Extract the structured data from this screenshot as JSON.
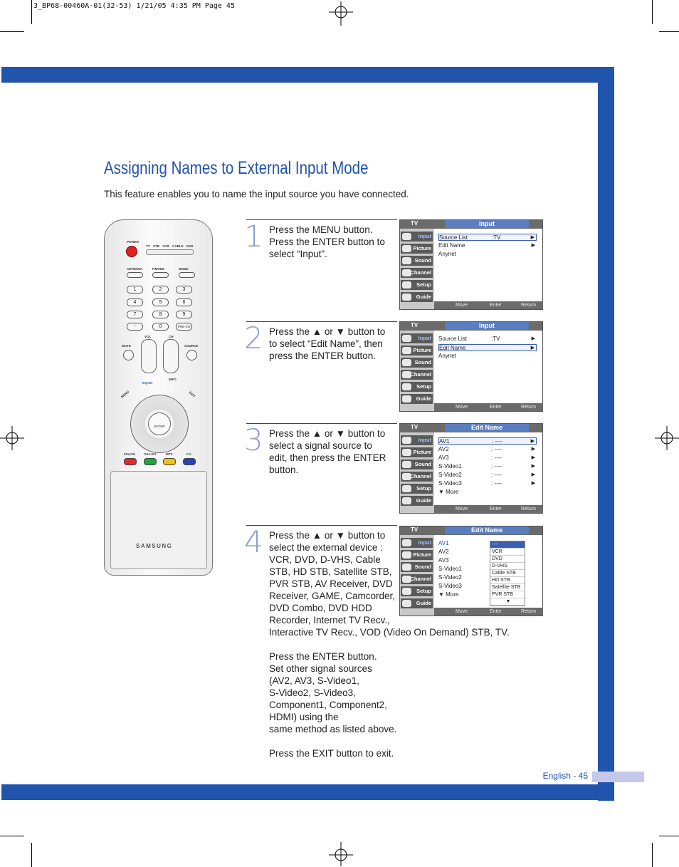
{
  "print_line": "3_BP68-00460A-01(32-53)  1/21/05  4:35 PM  Page 45",
  "title": "Assigning Names to External Input Mode",
  "intro": "This feature enables you to name the input source you have connected.",
  "footer": "English - 45",
  "colors": {
    "brand_blue": "#2054ad",
    "step_number": "#8a9fd2",
    "footer_tab": "#c4c9ec"
  },
  "steps": [
    {
      "num": "1",
      "text": "Press the MENU button.\nPress the ENTER button to\nselect “Input”."
    },
    {
      "num": "2",
      "text": "Press the ▲ or ▼ button to\nto select “Edit Name”, then\npress the ENTER button."
    },
    {
      "num": "3",
      "text": "Press the ▲ or ▼ button to\nselect a signal source to\nedit, then press the ENTER\nbutton."
    },
    {
      "num": "4",
      "text": "Press the ▲ or ▼ button to\nselect the external device :\nVCR, DVD, D-VHS, Cable\nSTB, HD STB, Satellite STB,\nPVR STB, AV Receiver, DVD\nReceiver, GAME, Camcorder,\nDVD Combo, DVD HDD\nRecorder, Internet TV Recv.,\nInteractive TV Recv., VOD (Video On Demand) STB, TV.\n\nPress the ENTER button.\nSet other signal sources\n(AV2, AV3, S-Video1,\nS-Video2, S-Video3,\nComponent1, Component2,\nHDMI) using the\nsame method as listed above.\n\nPress the EXIT button to exit."
    }
  ],
  "osd_common": {
    "tv": "TV",
    "menu": [
      "Input",
      "Picture",
      "Sound",
      "Channel",
      "Setup",
      "Guide"
    ],
    "footer": {
      "move": "Move",
      "enter": "Enter",
      "return": "Return"
    }
  },
  "screens": [
    {
      "title": "Input",
      "items": [
        {
          "label": "Source List",
          "value": ":TV",
          "arrow": "▶"
        },
        {
          "label": "Edit Name",
          "value": "",
          "arrow": "▶"
        },
        {
          "label": "Anynet",
          "value": "",
          "arrow": ""
        }
      ]
    },
    {
      "title": "Input",
      "items": [
        {
          "label": "Source List",
          "value": ":TV",
          "arrow": "▶"
        },
        {
          "label": "Edit Name",
          "value": "",
          "arrow": "▶"
        },
        {
          "label": "Anynet",
          "value": "",
          "arrow": ""
        }
      ]
    },
    {
      "title": "Edit Name",
      "items": [
        {
          "label": "AV1",
          "value": ": ----",
          "arrow": "▶"
        },
        {
          "label": "AV2",
          "value": ": ----",
          "arrow": "▶"
        },
        {
          "label": "AV3",
          "value": ": ----",
          "arrow": "▶"
        },
        {
          "label": "S-Video1",
          "value": ": ----",
          "arrow": "▶"
        },
        {
          "label": "S-Video2",
          "value": ": ----",
          "arrow": "▶"
        },
        {
          "label": "S-Video3",
          "value": ": ----",
          "arrow": "▶"
        },
        {
          "label": "▼ More",
          "value": "",
          "arrow": ""
        }
      ]
    },
    {
      "title": "Edit Name",
      "items": [
        {
          "label": "AV1",
          "value": "",
          "arrow": ""
        },
        {
          "label": "AV2",
          "value": "",
          "arrow": ""
        },
        {
          "label": "AV3",
          "value": "",
          "arrow": ""
        },
        {
          "label": "S-Video1",
          "value": "",
          "arrow": ""
        },
        {
          "label": "S-Video2",
          "value": "",
          "arrow": ""
        },
        {
          "label": "S-Video3",
          "value": "",
          "arrow": ""
        },
        {
          "label": "▼ More",
          "value": "",
          "arrow": ""
        }
      ],
      "dropdown": [
        "----",
        "VCR",
        "DVD",
        "D-VHS",
        "Cable STB",
        "HD STB",
        "Satellite STB",
        "PVR STB",
        "▼"
      ]
    }
  ],
  "remote": {
    "power": "POWER",
    "modes": [
      "TV",
      "STB",
      "VCR",
      "CABLE",
      "DVD"
    ],
    "row_labels": [
      "ANTENNA",
      "P.MODE",
      "MODE"
    ],
    "digits": [
      "1",
      "2",
      "3",
      "4",
      "5",
      "6",
      "7",
      "8",
      "9",
      "-",
      "0",
      "PRE-CH"
    ],
    "vol": "VOL",
    "ch": "CH",
    "mute": "MUTE",
    "source": "SOURCE",
    "menu": "MENU",
    "info": "INFO",
    "exit": "EXIT",
    "anynet": "Anynet",
    "enter": "ENTER",
    "bottom_labels": [
      "FAV.CH",
      "CH.LIST",
      "MTS",
      "P.S"
    ],
    "brand": "SAMSUNG"
  }
}
